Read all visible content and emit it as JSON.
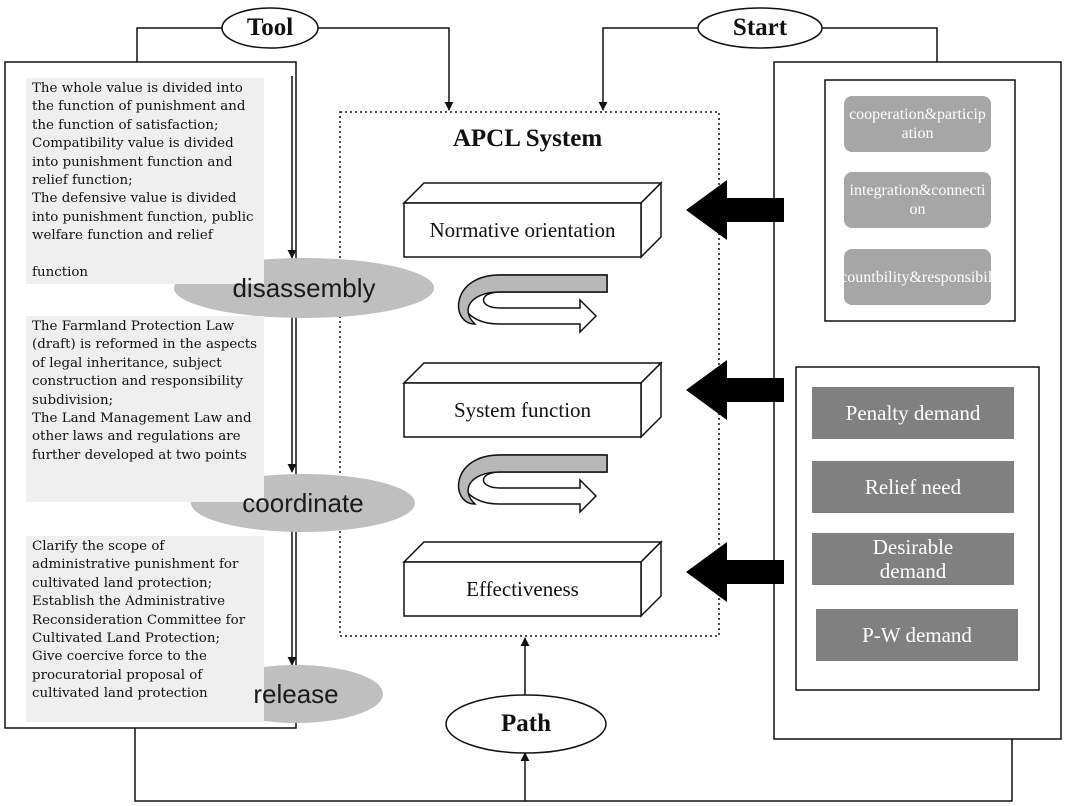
{
  "title": "APCL System",
  "ovals": {
    "tool": "Tool",
    "start": "Start",
    "path": "Path"
  },
  "left_texts": {
    "text1": "The whole value is divided into the function of punishment and the function of satisfaction;\nCompatibility value is divided into punishment function and relief function;\nThe defensive value is divided into punishment function, public welfare function and relief\n\nfunction",
    "text2": "The Farmland Protection Law (draft) is reformed in the aspects of legal inheritance, subject construction and responsibility subdivision;\nThe Land Management Law and other laws and regulations are further developed at two points",
    "text3": "Clarify the scope of administrative punishment for cultivated land protection;\nEstablish the Administrative Reconsideration Committee for Cultivated Land Protection;\nGive coercive force to the procuratorial proposal of cultivated land protection"
  },
  "steps": [
    "disassembly",
    "coordinate",
    "release"
  ],
  "boxes": [
    "Normative orientation",
    "System function",
    "Effectiveness"
  ],
  "principles": [
    "cooperation&participation",
    "integration&connection",
    "accountbility&responsibility"
  ],
  "demands": [
    "Penalty demand",
    "Relief need",
    "Desirable demand",
    "P-W demand"
  ],
  "colors": {
    "text_box_bg": "#efefef",
    "ellipse_fill": "#bfbfbf",
    "pill_fill": "#a6a6a6",
    "demand_fill": "#808080",
    "arrow_fill": "#000000"
  }
}
